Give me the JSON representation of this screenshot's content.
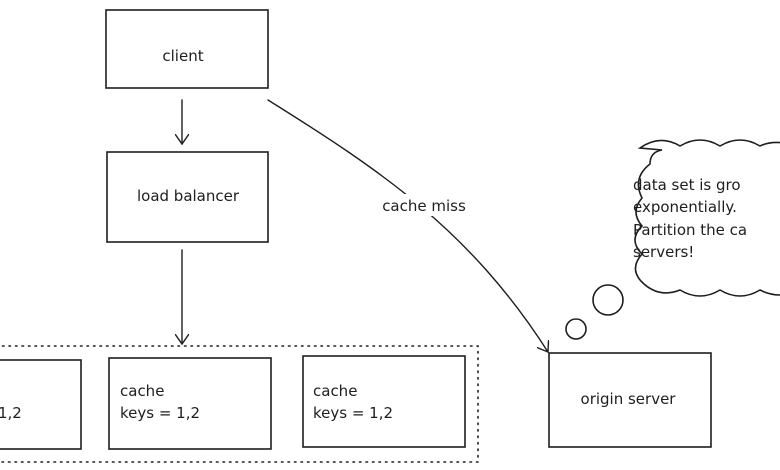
{
  "nodes": {
    "client": "client",
    "load_balancer": "load balancer",
    "cache_left": {
      "line2": "1,2"
    },
    "cache_middle": {
      "line1": "cache",
      "line2": "keys = 1,2"
    },
    "cache_right": {
      "line1": "cache",
      "line2": "keys = 1,2"
    },
    "origin_server": "origin server"
  },
  "edges": {
    "cache_miss_label": "cache miss"
  },
  "thought_bubble": {
    "lines": [
      "data set is gro",
      "exponentially.",
      "Partition the ca",
      "servers!"
    ]
  },
  "colors": {
    "stroke": "#1e1e1e",
    "background": "#ffffff"
  }
}
